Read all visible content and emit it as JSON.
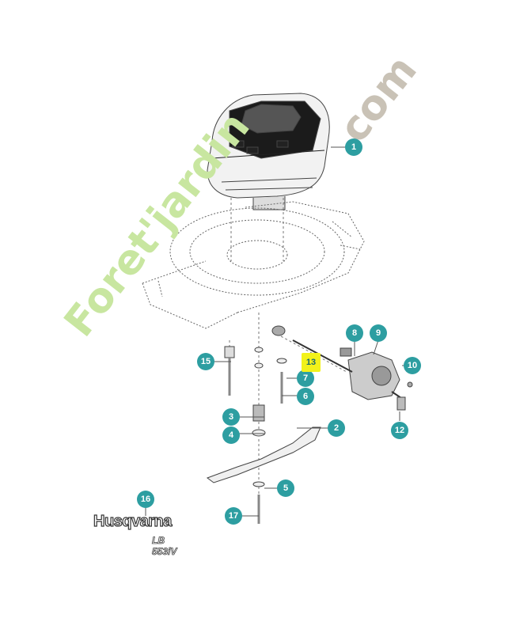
{
  "parts_diagram": {
    "callouts": [
      {
        "id": "1",
        "highlight": false
      },
      {
        "id": "2",
        "highlight": false
      },
      {
        "id": "3",
        "highlight": false
      },
      {
        "id": "4",
        "highlight": false
      },
      {
        "id": "5",
        "highlight": false
      },
      {
        "id": "6",
        "highlight": false
      },
      {
        "id": "7",
        "highlight": false
      },
      {
        "id": "8",
        "highlight": false
      },
      {
        "id": "9",
        "highlight": false
      },
      {
        "id": "10",
        "highlight": false
      },
      {
        "id": "12",
        "highlight": false
      },
      {
        "id": "13",
        "highlight": true
      },
      {
        "id": "15",
        "highlight": false
      },
      {
        "id": "16",
        "highlight": false
      },
      {
        "id": "17",
        "highlight": false
      }
    ],
    "callout_color": "#2d9ea1",
    "highlight_color": "#f2f21a"
  },
  "brand": {
    "name": "Husqvarna",
    "model": "LB 553iV"
  },
  "watermark": {
    "part1": "Foret'jardin",
    "part2": ".com",
    "color1": "#c8e6a0",
    "color2": "#c9c2b6"
  }
}
